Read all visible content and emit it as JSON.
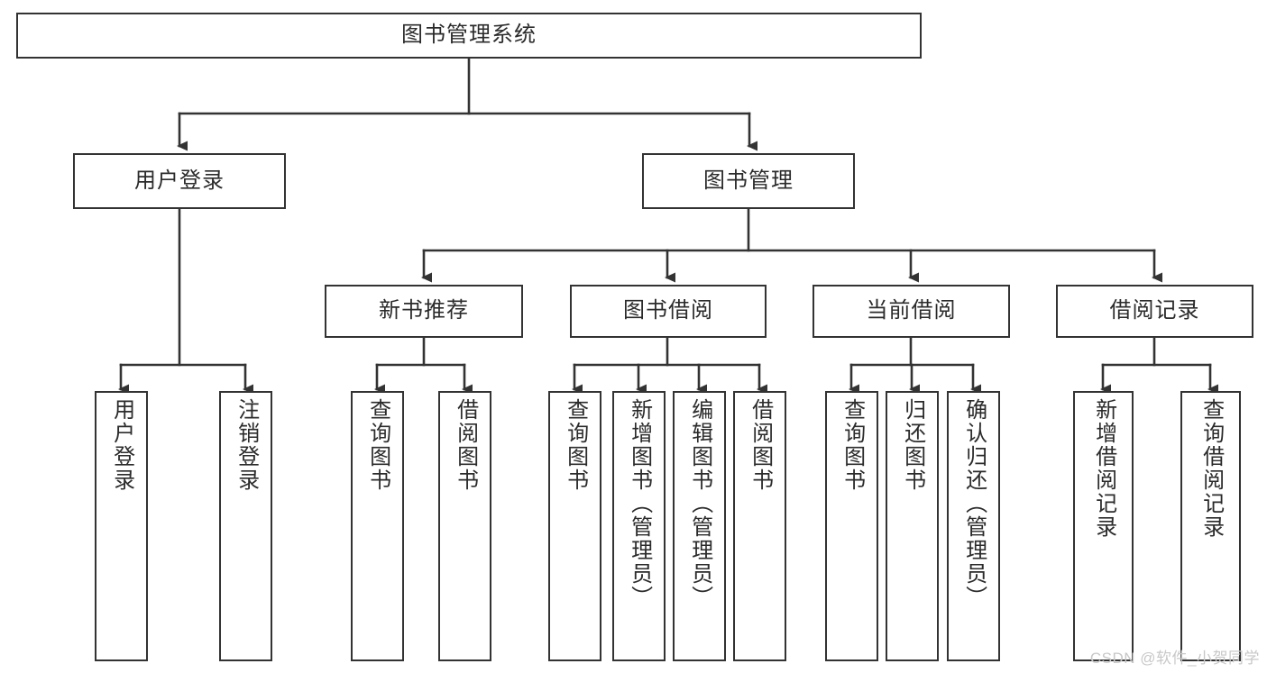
{
  "diagram": {
    "title": "图书管理系统",
    "orientation": "top-down",
    "levels": 4,
    "colors": {
      "node_border": "#333333",
      "node_fill": "#ffffff",
      "connector": "#333333",
      "text": "#2b2b2b",
      "watermark": "#c8c8c8",
      "background": "#ffffff"
    },
    "nodes": {
      "root": {
        "label": "图书管理系统"
      },
      "level2": [
        {
          "label": "用户登录"
        },
        {
          "label": "图书管理"
        }
      ],
      "level3": [
        {
          "label": "新书推荐"
        },
        {
          "label": "图书借阅"
        },
        {
          "label": "当前借阅"
        },
        {
          "label": "借阅记录"
        }
      ],
      "leaves": {
        "user_login": [
          {
            "label": "用户登录"
          },
          {
            "label": "注销登录"
          }
        ],
        "new_book": [
          {
            "label": "查询图书"
          },
          {
            "label": "借阅图书"
          }
        ],
        "book_borrow": [
          {
            "label": "查询图书"
          },
          {
            "label": "新增图书（管理员）"
          },
          {
            "label": "编辑图书（管理员）"
          },
          {
            "label": "借阅图书"
          }
        ],
        "current_borrow": [
          {
            "label": "查询图书"
          },
          {
            "label": "归还图书"
          },
          {
            "label": "确认归还（管理员）"
          }
        ],
        "borrow_record": [
          {
            "label": "新增借阅记录"
          },
          {
            "label": "查询借阅记录"
          }
        ]
      }
    }
  },
  "watermark": {
    "text": "CSDN @软件_小贺同学"
  }
}
